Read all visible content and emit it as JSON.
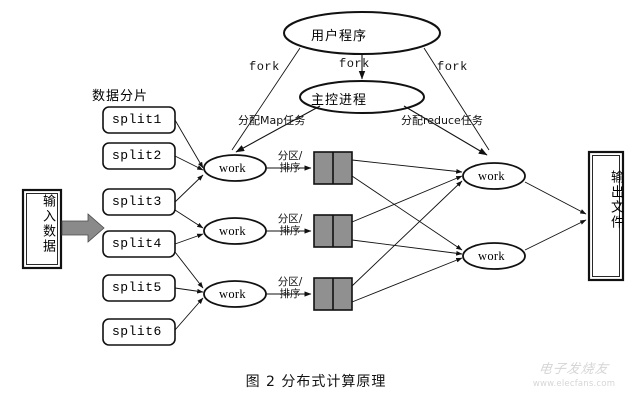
{
  "figure": {
    "caption": "图 2   分布式计算原理",
    "watermark_main": "电子发烧友",
    "watermark_url": "www.elecfans.com"
  },
  "input": {
    "box_label": "输入数据"
  },
  "shards": {
    "group_label": "数据分片",
    "items": [
      {
        "label": "split1"
      },
      {
        "label": "split2"
      },
      {
        "label": "split3"
      },
      {
        "label": "split4"
      },
      {
        "label": "split5"
      },
      {
        "label": "split6"
      }
    ]
  },
  "program": {
    "user_program": "用户程序",
    "master_process": "主控进程",
    "fork_left": "fork",
    "fork_center": "fork",
    "fork_right": "fork",
    "assign_map": "分配Map任务",
    "assign_reduce": "分配reduce任务"
  },
  "map_workers": [
    {
      "label": "work",
      "partition_line1": "分区/",
      "partition_line2": "排序"
    },
    {
      "label": "work",
      "partition_line1": "分区/",
      "partition_line2": "排序"
    },
    {
      "label": "work",
      "partition_line1": "分区/",
      "partition_line2": "排序"
    }
  ],
  "reduce_workers": [
    {
      "label": "work"
    },
    {
      "label": "work"
    }
  ],
  "output": {
    "box_label": "输出文件"
  },
  "colors": {
    "stroke": "#111111",
    "buffer_fill": "#909090",
    "input_arrow_fill": "#8a8a8a",
    "background": "#ffffff"
  }
}
